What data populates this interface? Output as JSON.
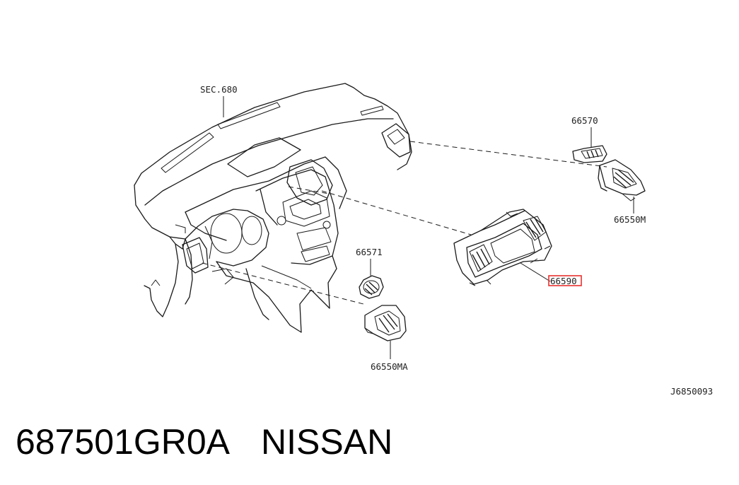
{
  "diagram": {
    "callouts": {
      "sec": "SEC.680",
      "clip_right": "66570",
      "vent_right": "66550M",
      "clip_left": "66571",
      "vent_left": "66550MA",
      "center_vent": "66590"
    },
    "drawing_id": "J6850093",
    "highlight_color": "#e8312f"
  },
  "footer": {
    "part_number": "687501GR0A",
    "brand": "NISSAN"
  }
}
